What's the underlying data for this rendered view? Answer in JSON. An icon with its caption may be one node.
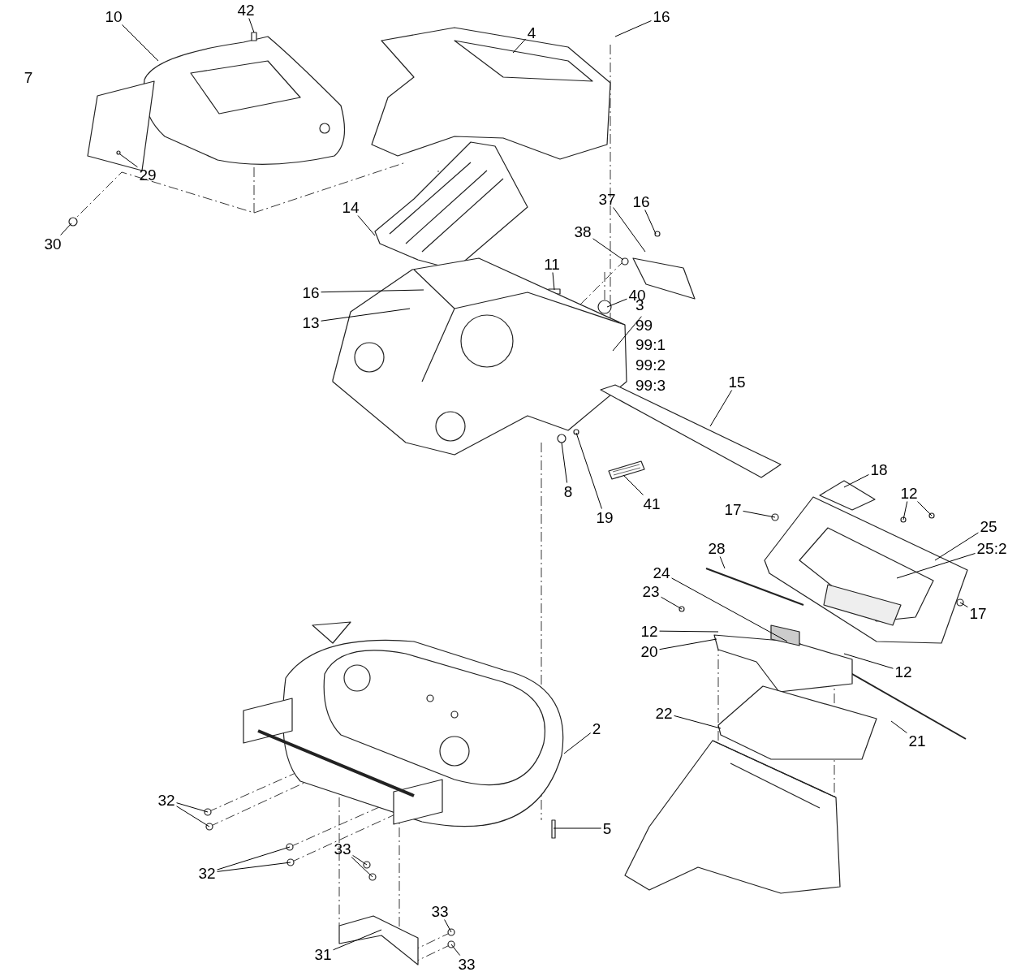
{
  "diagram": {
    "nodes": [
      {
        "text": [
          "42"
        ]
      },
      {
        "text": [
          "10"
        ]
      },
      {
        "text": [
          "29"
        ]
      },
      {
        "text": [
          "30"
        ]
      },
      {
        "text": [
          "4"
        ]
      },
      {
        "text": [
          "16"
        ]
      },
      {
        "text": [
          "14"
        ]
      },
      {
        "text": [
          "37"
        ]
      },
      {
        "text": [
          "16"
        ]
      },
      {
        "text": [
          "38"
        ]
      },
      {
        "text": [
          "11"
        ]
      },
      {
        "text": [
          "16"
        ]
      },
      {
        "text": [
          "13"
        ]
      },
      {
        "text": [
          "40"
        ]
      },
      {
        "text": [
          "3",
          "99",
          "99:1",
          "99:2",
          "99:3"
        ]
      },
      {
        "text": [
          "15"
        ]
      },
      {
        "text": [
          "8"
        ]
      },
      {
        "text": [
          "19"
        ]
      },
      {
        "text": [
          "41"
        ]
      },
      {
        "text": [
          "18"
        ]
      },
      {
        "text": [
          "12"
        ]
      },
      {
        "text": [
          "17"
        ]
      },
      {
        "text": [
          "25"
        ]
      },
      {
        "text": [
          "25:2"
        ]
      },
      {
        "text": [
          "28"
        ]
      },
      {
        "text": [
          "24"
        ]
      },
      {
        "text": [
          "23"
        ]
      },
      {
        "text": [
          "12"
        ]
      },
      {
        "text": [
          "17"
        ]
      },
      {
        "text": [
          "20"
        ]
      },
      {
        "text": [
          "12"
        ]
      },
      {
        "text": [
          "22"
        ]
      },
      {
        "text": [
          "2"
        ]
      },
      {
        "text": [
          "21"
        ]
      },
      {
        "text": [
          "5"
        ]
      },
      {
        "text": [
          "32"
        ]
      },
      {
        "text": [
          "32"
        ]
      },
      {
        "text": [
          "33"
        ]
      },
      {
        "text": [
          "31"
        ]
      },
      {
        "text": [
          "33"
        ]
      },
      {
        "text": [
          "33"
        ]
      }
    ],
    "edges": [
      {
        "from": 0,
        "to": null,
        "arrow": "none"
      },
      {
        "from": 1,
        "to": null,
        "arrow": "none"
      },
      {
        "from": 2,
        "to": null,
        "arrow": "none"
      },
      {
        "from": 3,
        "to": null,
        "arrow": "none"
      },
      {
        "from": 4,
        "to": null,
        "arrow": "none"
      },
      {
        "from": 5,
        "to": null,
        "arrow": "none"
      },
      {
        "from": 6,
        "to": null,
        "arrow": "none"
      },
      {
        "from": 7,
        "to": null,
        "arrow": "none"
      },
      {
        "from": 8,
        "to": null,
        "arrow": "none"
      },
      {
        "from": 9,
        "to": null,
        "arrow": "none"
      },
      {
        "from": 10,
        "to": null,
        "arrow": "none"
      },
      {
        "from": 11,
        "to": null,
        "arrow": "none"
      },
      {
        "from": 12,
        "to": null,
        "arrow": "none"
      },
      {
        "from": 13,
        "to": null,
        "arrow": "none"
      },
      {
        "from": 14,
        "to": null,
        "arrow": "none"
      },
      {
        "from": 15,
        "to": null,
        "arrow": "none"
      },
      {
        "from": 16,
        "to": null,
        "arrow": "none"
      },
      {
        "from": 17,
        "to": null,
        "arrow": "none"
      },
      {
        "from": 18,
        "to": null,
        "arrow": "none"
      },
      {
        "from": 19,
        "to": null,
        "arrow": "none"
      },
      {
        "from": 20,
        "to": null,
        "arrow": "none"
      },
      {
        "from": 20,
        "to": null,
        "arrow": "none"
      },
      {
        "from": 21,
        "to": null,
        "arrow": "none"
      },
      {
        "from": 22,
        "to": null,
        "arrow": "none"
      },
      {
        "from": 23,
        "to": null,
        "arrow": "none"
      },
      {
        "from": 24,
        "to": null,
        "arrow": "none"
      },
      {
        "from": 25,
        "to": null,
        "arrow": "none"
      },
      {
        "from": 26,
        "to": null,
        "arrow": "none"
      },
      {
        "from": 27,
        "to": null,
        "arrow": "none"
      },
      {
        "from": 28,
        "to": null,
        "arrow": "none"
      },
      {
        "from": 29,
        "to": null,
        "arrow": "none"
      },
      {
        "from": 30,
        "to": null,
        "arrow": "none"
      },
      {
        "from": 31,
        "to": null,
        "arrow": "none"
      },
      {
        "from": 32,
        "to": null,
        "arrow": "none"
      },
      {
        "from": 33,
        "to": null,
        "arrow": "none"
      },
      {
        "from": 34,
        "to": null,
        "arrow": "none"
      },
      {
        "from": 35,
        "to": null,
        "arrow": "none"
      },
      {
        "from": 35,
        "to": null,
        "arrow": "none"
      },
      {
        "from": 36,
        "to": null,
        "arrow": "none"
      },
      {
        "from": 36,
        "to": null,
        "arrow": "none"
      },
      {
        "from": 37,
        "to": null,
        "arrow": "none"
      },
      {
        "from": 37,
        "to": null,
        "arrow": "none"
      },
      {
        "from": 38,
        "to": null,
        "arrow": "none"
      },
      {
        "from": 39,
        "to": null,
        "arrow": "none"
      },
      {
        "from": 40,
        "to": null,
        "arrow": "none"
      }
    ],
    "labels": [
      "7"
    ]
  }
}
